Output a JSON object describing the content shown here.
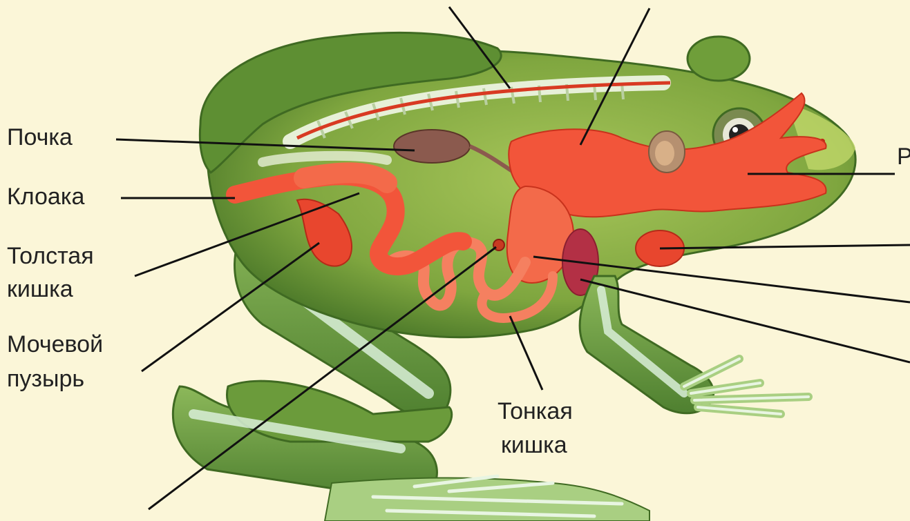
{
  "labels": {
    "kidney": "Почка",
    "cloaca": "Клоака",
    "large_intestine_1": "Толстая",
    "large_intestine_2": "кишка",
    "bladder_1": "Мочевой",
    "bladder_2": "пузырь",
    "small_intestine_1": "Тонкая",
    "small_intestine_2": "кишка",
    "mouth_partial": "Р"
  },
  "colors": {
    "background": "#fbf6d8",
    "skin": "#6f9e3a",
    "organs": "#f2553a",
    "kidney": "#8b5a4e",
    "bones": "#d9efd8",
    "lines": "#111111"
  }
}
